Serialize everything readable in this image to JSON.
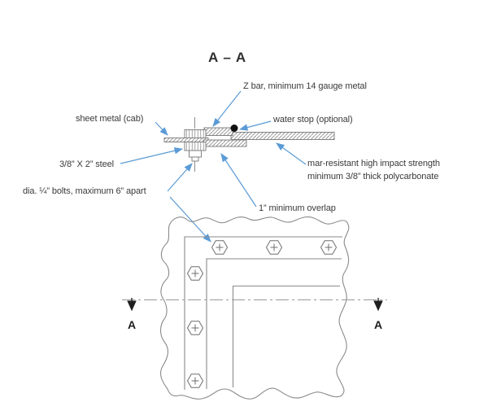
{
  "title": "A – A",
  "callouts": {
    "z_bar": "Z bar, minimum 14 gauge metal",
    "sheet_metal": "sheet metal (cab)",
    "water_stop": "water stop (optional)",
    "steel_bar": "3/8” X 2” steel",
    "polycarbonate": {
      "line1": "mar-resistant high impact strength",
      "line2": "minimum 3/8” thick polycarbonate"
    },
    "bolts": "dia. ¼” bolts, maximum 6” apart",
    "overlap": "1” minimum overlap"
  },
  "section_markers": {
    "left": "A",
    "right": "A"
  },
  "colors": {
    "leader_blue": "#5B9BD5",
    "drawing_gray": "#8a8a8a",
    "text": "#3a3a3a"
  }
}
